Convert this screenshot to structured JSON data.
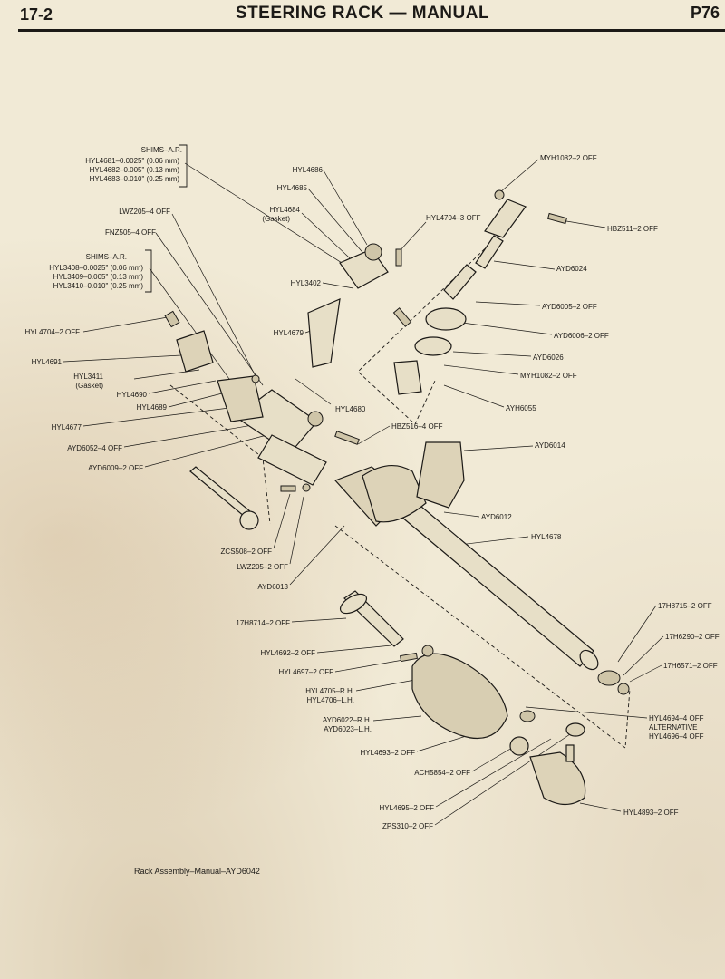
{
  "header": {
    "page_number": "17-2",
    "title": "STEERING RACK — MANUAL",
    "page_code": "P76"
  },
  "labels": {
    "shims_ar_1": "SHIMS–A.R.",
    "shim_hyl4681": "HYL4681–0.0025\" (0.06 mm)",
    "shim_hyl4682": "HYL4682–0.005\" (0.13 mm)",
    "shim_hyl4683": "HYL4683–0.010\" (0.25 mm)",
    "hyl4686": "HYL4686",
    "hyl4685": "HYL4685",
    "hyl4684": "HYL4684",
    "gasket_1": "(Gasket)",
    "hyl4704_3": "HYL4704–3 OFF",
    "myh1082_top": "MYH1082–2 OFF",
    "hbz511": "HBZ511–2 OFF",
    "ayd6024": "AYD6024",
    "lwz205_4": "LWZ205–4 OFF",
    "fnz505": "FNZ505–4 OFF",
    "shims_ar_2": "SHIMS–A.R.",
    "shim_hyl3408": "HYL3408–0.0025\" (0.06 mm)",
    "shim_hyl3409": "HYL3409–0.005\" (0.13 mm)",
    "shim_hyl3410": "HYL3410–0.010\" (0.25 mm)",
    "hyl3402": "HYL3402",
    "ayd6005": "AYD6005–2 OFF",
    "ayd6006": "AYD6006–2 OFF",
    "hyl4704_2": "HYL4704–2 OFF",
    "hyl4679": "HYL4679",
    "ayd6026": "AYD6026",
    "myh1082_mid": "MYH1082–2 OFF",
    "hyl4691": "HYL4691",
    "hyl3411": "HYL3411",
    "gasket_2": "(Gasket)",
    "hyl4690": "HYL4690",
    "hyl4689": "HYL4689",
    "hyl4680": "HYL4680",
    "ayh6055": "AYH6055",
    "hyl4677": "HYL4677",
    "hbz516": "HBZ516–4 OFF",
    "ayd6052": "AYD6052–4 OFF",
    "ayd6014": "AYD6014",
    "ayd6009": "AYD6009–2 OFF",
    "ayd6012": "AYD6012",
    "hyl4678": "HYL4678",
    "zcs508": "ZCS508–2 OFF",
    "lwz205_2": "LWZ205–2 OFF",
    "ayd6013": "AYD6013",
    "h8715": "17H8715–2 OFF",
    "h8714": "17H8714–2 OFF",
    "h6290": "17H6290–2 OFF",
    "hyl4692": "HYL4692–2 OFF",
    "hyl4697": "HYL4697–2 OFF",
    "h6571": "17H6571–2 OFF",
    "hyl4705": "HYL4705–R.H.",
    "hyl4706": "HYL4706–L.H.",
    "hyl4694": "HYL4694–4 OFF",
    "alternative": "ALTERNATIVE",
    "hyl4696": "HYL4696–4 OFF",
    "ayd6022": "AYD6022–R.H.",
    "ayd6023": "AYD6023–L.H.",
    "hyl4693": "HYL4693–2 OFF",
    "ach5854": "ACH5854–2 OFF",
    "hyl4695": "HYL4695–2 OFF",
    "hyl4893": "HYL4893–2 OFF",
    "zps310": "ZPS310–2 OFF"
  },
  "caption": "Rack Assembly–Manual–AYD6042"
}
